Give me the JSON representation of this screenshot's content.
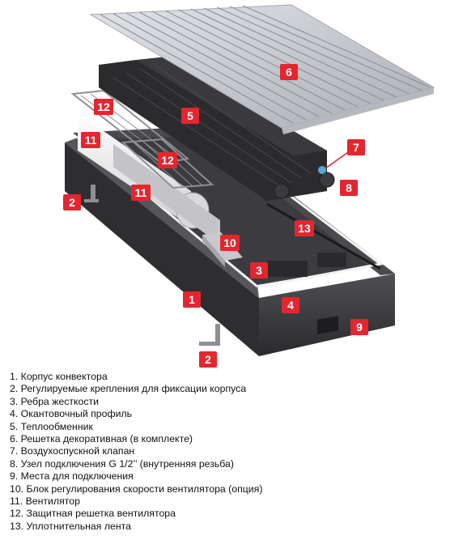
{
  "diagram": {
    "badges": [
      {
        "id": "b6",
        "text": "6"
      },
      {
        "id": "b5",
        "text": "5"
      },
      {
        "id": "b12a",
        "text": "12"
      },
      {
        "id": "b11a",
        "text": "11"
      },
      {
        "id": "b12b",
        "text": "12"
      },
      {
        "id": "b11b",
        "text": "11"
      },
      {
        "id": "b2a",
        "text": "2"
      },
      {
        "id": "b7",
        "text": "7"
      },
      {
        "id": "b8",
        "text": "8"
      },
      {
        "id": "b13",
        "text": "13"
      },
      {
        "id": "b10",
        "text": "10"
      },
      {
        "id": "b3",
        "text": "3"
      },
      {
        "id": "b1",
        "text": "1"
      },
      {
        "id": "b4",
        "text": "4"
      },
      {
        "id": "b9",
        "text": "9"
      },
      {
        "id": "b2b",
        "text": "2"
      }
    ],
    "colors": {
      "badge": "#e3262f",
      "body": "#3a3a3d",
      "body_dark": "#232325",
      "grille": "#c9ccd1",
      "exchanger": "#2b2b2e",
      "fan": "#e9e9ea",
      "trim": "#f2f2f2"
    }
  },
  "legend": [
    "1. Корпус конвектора",
    "2. Регулируемые крепления для фиксации корпуса",
    "3. Ребра жесткости",
    "4. Окантовочный профиль",
    "5. Теплообменник",
    "6. Решетка декоративная (в комплекте)",
    "7. Воздухоспускной клапан",
    "8. Узел подключения G 1/2’’ (внутренняя резьба)",
    "9. Места для подключения",
    "10. Блок регулирования скорости вентилятора (опция)",
    "11. Вентилятор",
    "12. Защитная решетка вентилятора",
    "13. Уплотнительная лента"
  ]
}
